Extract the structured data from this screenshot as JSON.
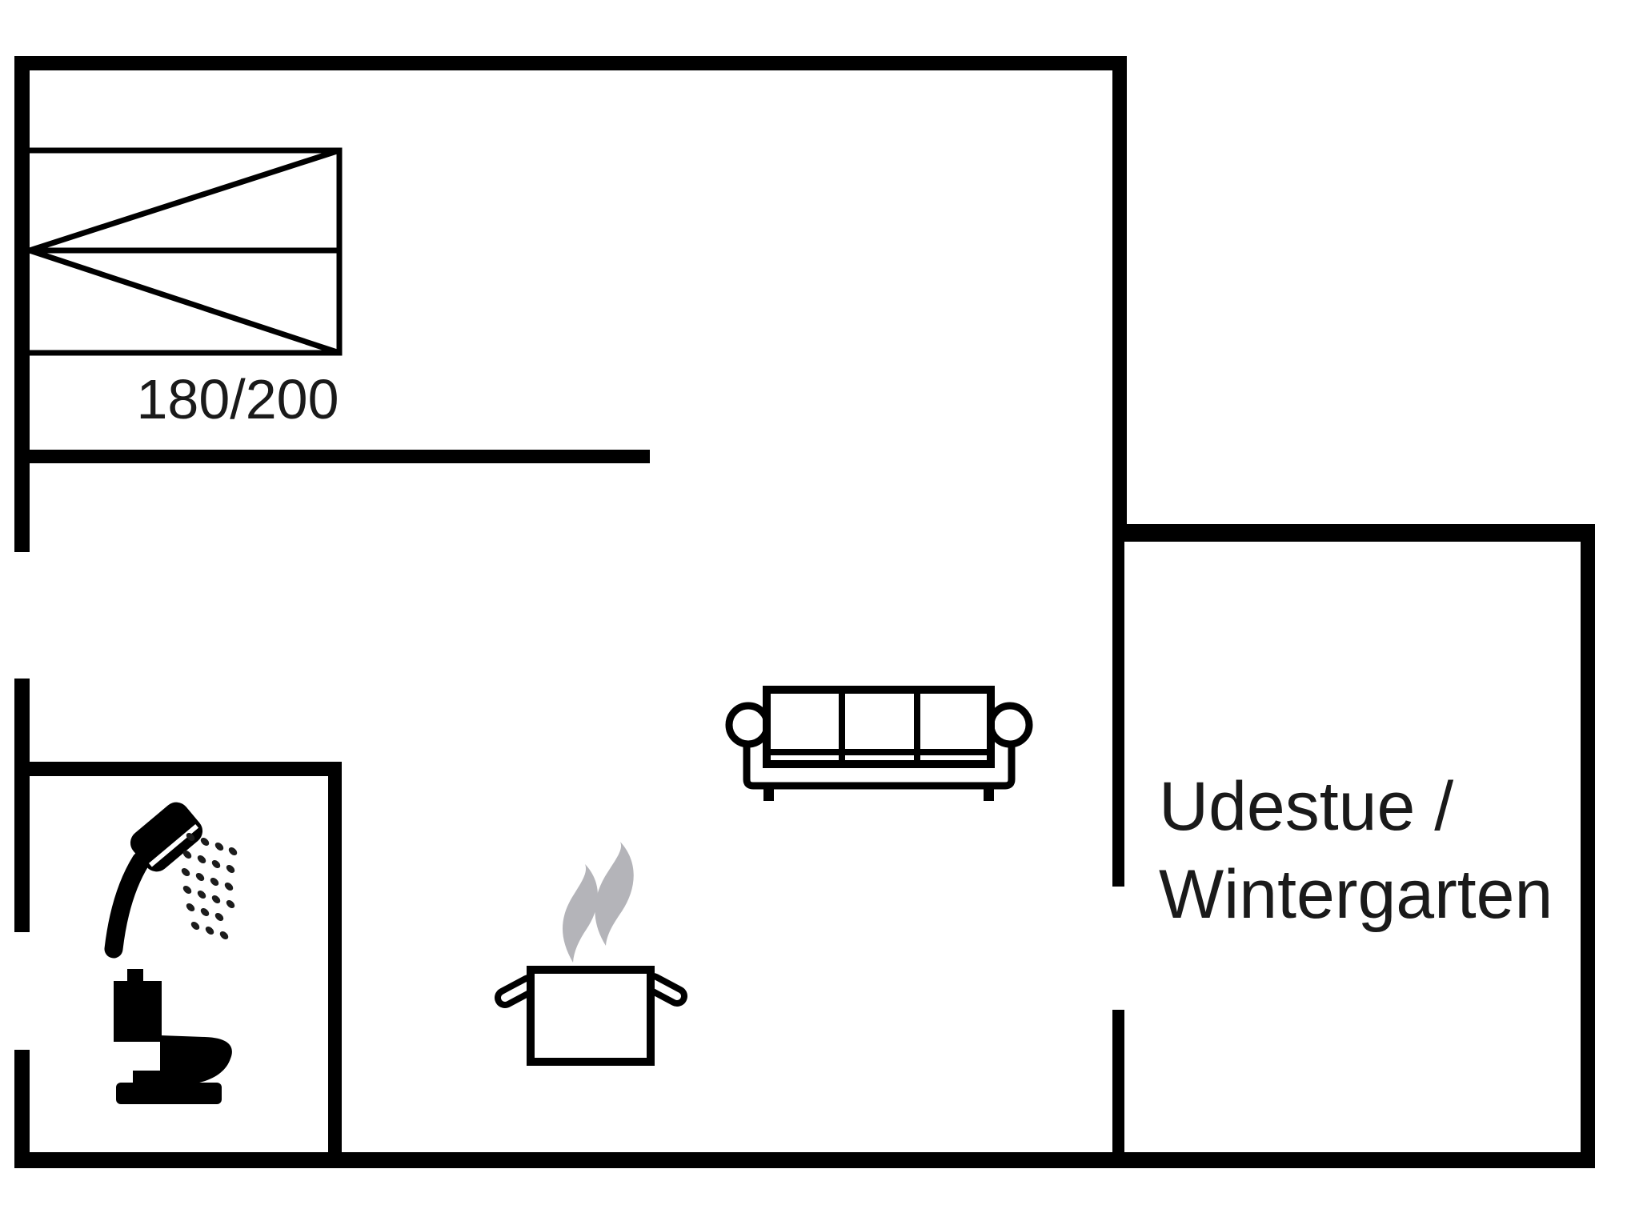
{
  "page": {
    "background": "#ffffff",
    "wall_color": "#000000",
    "icon_color": "#000000",
    "steam_color": "#b4b4b9",
    "text_color": "#1a1a1a"
  },
  "floor_plan": {
    "bed_size_label": "180/200",
    "room_label": {
      "line1": "Udestue /",
      "line2": "Wintergarten"
    }
  }
}
